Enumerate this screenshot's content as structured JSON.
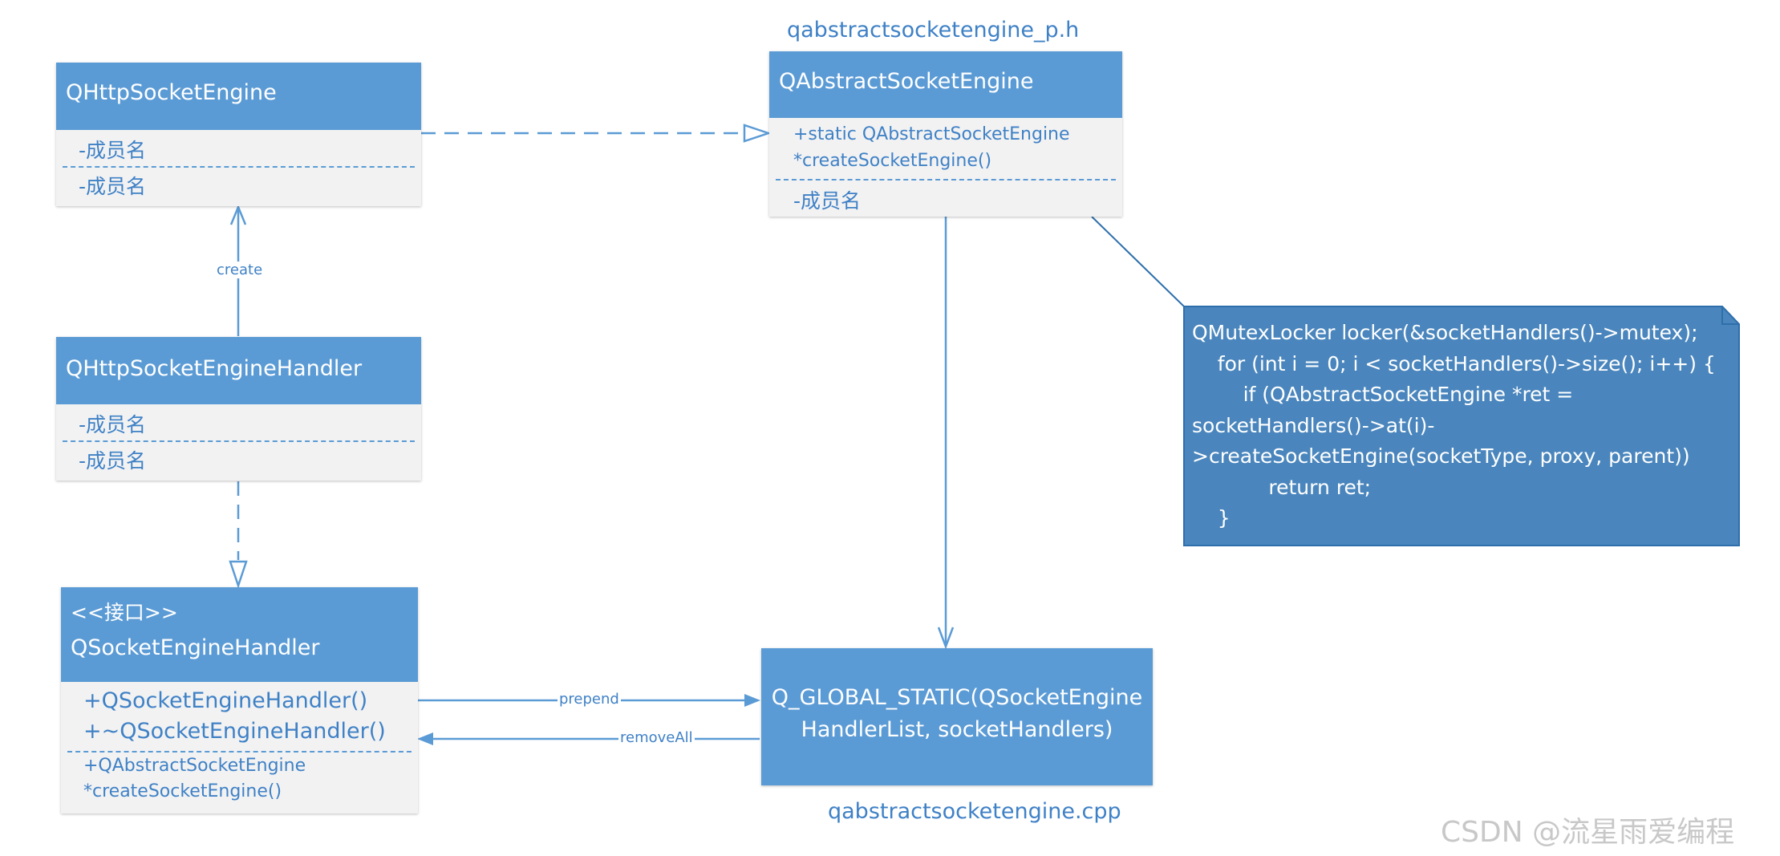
{
  "colors": {
    "header": "#5b9bd5",
    "body": "#f2f2f2",
    "text": "#3f81c6",
    "note": "#4a86bd",
    "line": "#5b9bd5"
  },
  "packages": {
    "header_file": "qabstractsocketengine_p.h",
    "cpp_file": "qabstractsocketengine.cpp"
  },
  "classes": {
    "http_engine": {
      "name": "QHttpSocketEngine",
      "members": [
        "-成员名",
        "-成员名"
      ]
    },
    "abstract_engine": {
      "name": "QAbstractSocketEngine",
      "operation_line1": "+static QAbstractSocketEngine",
      "operation_line2": "*createSocketEngine()",
      "attribute": "-成员名"
    },
    "http_handler": {
      "name": "QHttpSocketEngineHandler",
      "members": [
        "-成员名",
        "-成员名"
      ]
    },
    "socket_handler": {
      "stereotype": "<<接口>>",
      "name": "QSocketEngineHandler",
      "constructor": "+QSocketEngineHandler()",
      "destructor": "+~QSocketEngineHandler()",
      "operation_line1": "+QAbstractSocketEngine",
      "operation_line2": "*createSocketEngine()"
    }
  },
  "global_static": {
    "line1": "Q_GLOBAL_STATIC(QSocketEngine",
    "line2": "HandlerList, socketHandlers)"
  },
  "note": {
    "code": "QMutexLocker locker(&socketHandlers()->mutex);\n    for (int i = 0; i < socketHandlers()->size(); i++) {\n        if (QAbstractSocketEngine *ret =\nsocketHandlers()->at(i)-\n>createSocketEngine(socketType, proxy, parent))\n            return ret;\n    }"
  },
  "edges": {
    "create": "create",
    "prepend": "prepend",
    "remove_all": "removeAll"
  },
  "watermark": "CSDN @流星雨爱编程"
}
